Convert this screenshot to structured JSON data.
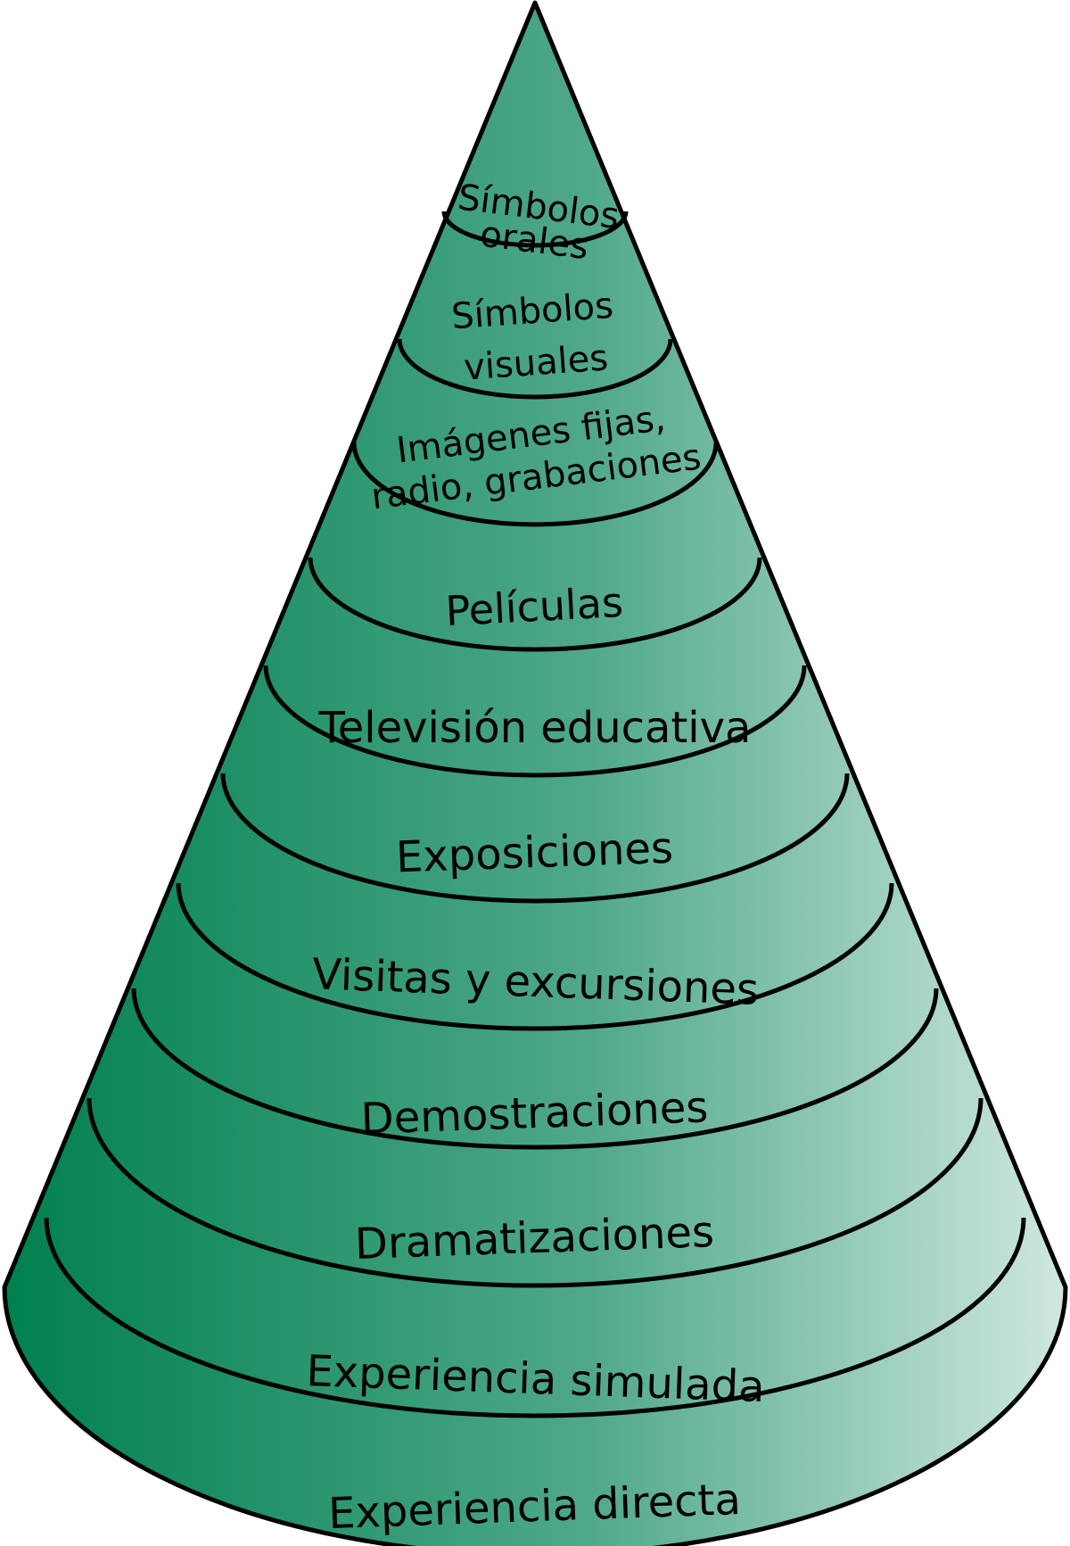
{
  "diagram": {
    "colors": {
      "dark": "#00804f",
      "mid": "#4fa88a",
      "light": "#cfe8df",
      "outline": "#000000"
    },
    "levels": [
      {
        "id": "simbolos-orales",
        "lines": [
          "Símbolos",
          "orales"
        ]
      },
      {
        "id": "simbolos-visuales",
        "lines": [
          "Símbolos",
          "visuales"
        ]
      },
      {
        "id": "imagenes-fijas",
        "lines": [
          "Imágenes fijas,",
          "radio, grabaciones"
        ]
      },
      {
        "id": "peliculas",
        "lines": [
          "Películas"
        ]
      },
      {
        "id": "television-educativa",
        "lines": [
          "Televisión educativa"
        ]
      },
      {
        "id": "exposiciones",
        "lines": [
          "Exposiciones"
        ]
      },
      {
        "id": "visitas-excursiones",
        "lines": [
          "Visitas y excursiones"
        ]
      },
      {
        "id": "demostraciones",
        "lines": [
          "Demostraciones"
        ]
      },
      {
        "id": "dramatizaciones",
        "lines": [
          "Dramatizaciones"
        ]
      },
      {
        "id": "experiencia-simulada",
        "lines": [
          "Experiencia simulada"
        ]
      },
      {
        "id": "experiencia-directa",
        "lines": [
          "Experiencia directa"
        ]
      }
    ]
  }
}
